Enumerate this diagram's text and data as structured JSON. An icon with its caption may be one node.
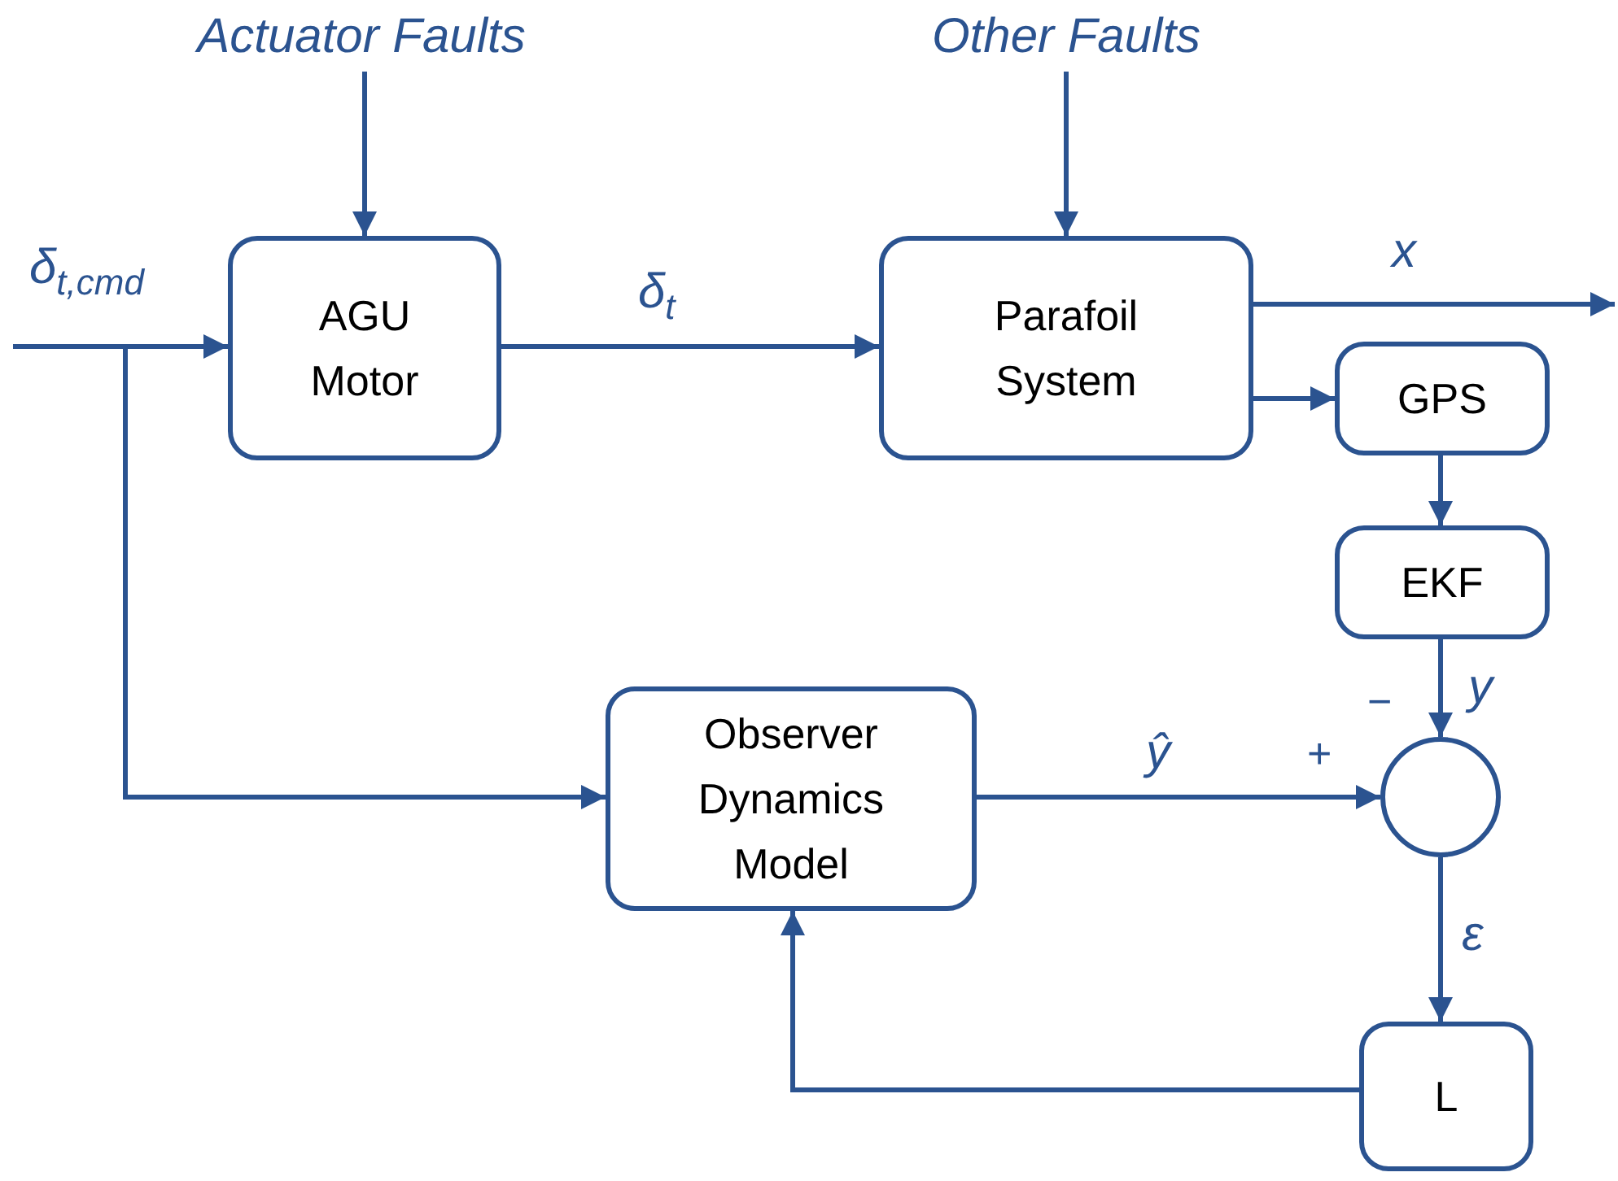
{
  "diagram": {
    "nodes": [
      {
        "text": [
          "Actuator Faults"
        ]
      },
      {
        "text": [
          "Other Faults"
        ]
      },
      {
        "text": [
          "AGU Motor"
        ]
      },
      {
        "text": [
          "Parafoil System"
        ]
      },
      {
        "text": [
          "GPS"
        ]
      },
      {
        "text": [
          "EKF"
        ]
      },
      {
        "text": [
          "Observer Dynamics Model"
        ]
      },
      {
        "text": [],
        "shape": "circle"
      },
      {
        "text": [
          "L"
        ]
      }
    ],
    "edges": [
      {
        "from": null,
        "to": 2,
        "arrow": "to",
        "label": "δ$_{t,cmd}$"
      },
      {
        "from": null,
        "to": 6,
        "arrow": "to"
      },
      {
        "from": 0,
        "to": 2,
        "arrow": "to"
      },
      {
        "from": 1,
        "to": 3,
        "arrow": "to"
      },
      {
        "from": 2,
        "to": 3,
        "arrow": "to",
        "label": "δ$_{t}$"
      },
      {
        "from": 3,
        "to": null,
        "arrow": "to",
        "label": "x"
      },
      {
        "from": 3,
        "to": 4,
        "arrow": "to"
      },
      {
        "from": 4,
        "to": 5,
        "arrow": "to"
      },
      {
        "from": 5,
        "to": 7,
        "arrow": "to",
        "label": "y"
      },
      {
        "from": 6,
        "to": 7,
        "arrow": "to",
        "label": "ŷ"
      },
      {
        "from": 7,
        "to": 8,
        "arrow": "to",
        "label": "ε"
      },
      {
        "from": 8,
        "to": 6,
        "arrow": "to"
      }
    ],
    "labels": [
      "−",
      "+"
    ]
  }
}
